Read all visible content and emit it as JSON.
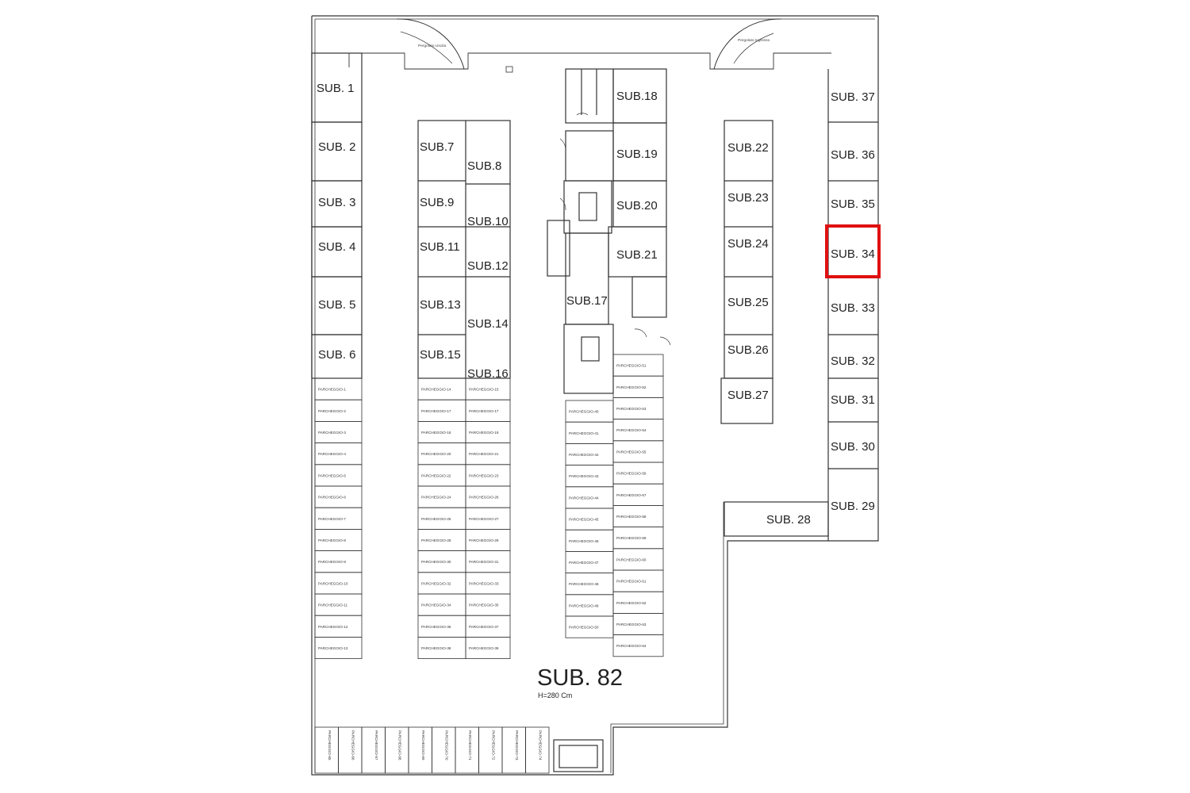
{
  "plan": {
    "title": "SUB. 82",
    "subtitle": "H=280 Cm",
    "entry_label": "Pergolato Ingresso",
    "exit_label": "Pergolato Uscita",
    "units": {
      "sub1": "SUB. 1",
      "sub2": "SUB. 2",
      "sub3": "SUB. 3",
      "sub4": "SUB. 4",
      "sub5": "SUB. 5",
      "sub6": "SUB. 6",
      "sub7": "SUB.7",
      "sub8": "SUB.8",
      "sub9": "SUB.9",
      "sub10": "SUB.10",
      "sub11": "SUB.11",
      "sub12": "SUB.12",
      "sub13": "SUB.13",
      "sub14": "SUB.14",
      "sub15": "SUB.15",
      "sub16": "SUB.16",
      "sub17": "SUB.17",
      "sub18": "SUB.18",
      "sub19": "SUB.19",
      "sub20": "SUB.20",
      "sub21": "SUB.21",
      "sub22": "SUB.22",
      "sub23": "SUB.23",
      "sub24": "SUB.24",
      "sub25": "SUB.25",
      "sub26": "SUB.26",
      "sub27": "SUB.27",
      "sub28": "SUB. 28",
      "sub29": "SUB. 29",
      "sub30": "SUB. 30",
      "sub31": "SUB. 31",
      "sub32": "SUB. 32",
      "sub33": "SUB. 33",
      "sub34": "SUB. 34",
      "sub35": "SUB. 35",
      "sub36": "SUB. 36",
      "sub37": "SUB. 37"
    },
    "highlight": {
      "target": "SUB. 34",
      "color": "#e01010"
    },
    "stalls": {
      "col_a": [
        "PARCHEGGIO-1",
        "PARCHEGGIO-2",
        "PARCHEGGIO-3",
        "PARCHEGGIO-4",
        "PARCHEGGIO-5",
        "PARCHEGGIO-6",
        "PARCHEGGIO-7",
        "PARCHEGGIO-8",
        "PARCHEGGIO-9",
        "PARCHEGGIO-10",
        "PARCHEGGIO-11",
        "PARCHEGGIO-12",
        "PARCHEGGIO-13"
      ],
      "col_b": [
        "PARCHEGGIO-14",
        "PARCHEGGIO-17",
        "PARCHEGGIO-18",
        "PARCHEGGIO-20",
        "PARCHEGGIO-22",
        "PARCHEGGIO-24",
        "PARCHEGGIO-25",
        "PARCHEGGIO-28",
        "PARCHEGGIO-30",
        "PARCHEGGIO-32",
        "PARCHEGGIO-34",
        "PARCHEGGIO-36",
        "PARCHEGGIO-38"
      ],
      "col_c": [
        "PARCHEGGIO-15",
        "PARCHEGGIO-17",
        "PARCHEGGIO-19",
        "PARCHEGGIO-21",
        "PARCHEGGIO-23",
        "PARCHEGGIO-26",
        "PARCHEGGIO-27",
        "PARCHEGGIO-29",
        "PARCHEGGIO-31",
        "PARCHEGGIO-33",
        "PARCHEGGIO-35",
        "PARCHEGGIO-37",
        "PARCHEGGIO-39"
      ],
      "col_d": [
        "PARCHEGGIO-40",
        "PARCHEGGIO-41",
        "PARCHEGGIO-42",
        "PARCHEGGIO-43",
        "PARCHEGGIO-44",
        "PARCHEGGIO-45",
        "PARCHEGGIO-46",
        "PARCHEGGIO-47",
        "PARCHEGGIO-48",
        "PARCHEGGIO-49",
        "PARCHEGGIO-50"
      ],
      "col_e": [
        "PARCHEGGIO-51",
        "PARCHEGGIO-52",
        "PARCHEGGIO-53",
        "PARCHEGGIO-54",
        "PARCHEGGIO-55",
        "PARCHEGGIO-56",
        "PARCHEGGIO-57",
        "PARCHEGGIO-58",
        "PARCHEGGIO-59",
        "PARCHEGGIO-60",
        "PARCHEGGIO-61",
        "PARCHEGGIO-62",
        "PARCHEGGIO-63",
        "PARCHEGGIO-64"
      ],
      "bottom_row": [
        "PARCHEGGIO-65",
        "PARCHEGGIO-66",
        "PARCHEGGIO-67",
        "PARCHEGGIO-68",
        "PARCHEGGIO-69",
        "PARCHEGGIO-70",
        "PARCHEGGIO-71",
        "PARCHEGGIO-72",
        "PARCHEGGIO-73",
        "PARCHEGGIO-74"
      ]
    }
  }
}
